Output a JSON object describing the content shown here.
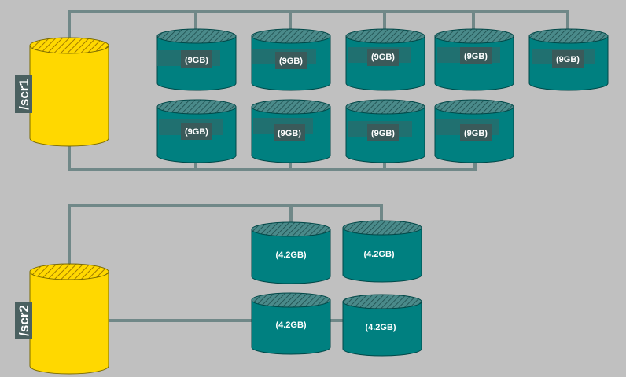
{
  "volumes": [
    {
      "label": "/scr1",
      "disk_count": 9,
      "disks": [
        "(9GB)",
        "(9GB)",
        "(9GB)",
        "(9GB)",
        "(9GB)",
        "(9GB)",
        "(9GB)",
        "(9GB)",
        "(9GB)"
      ]
    },
    {
      "label": "/scr2",
      "disk_count": 4,
      "disks": [
        "(4.2GB)",
        "(4.2GB)",
        "(4.2GB)",
        "(4.2GB)"
      ]
    }
  ],
  "colors": {
    "background": "#c0c0c0",
    "volume_fill": "#ffd800",
    "volume_hatch": "#a07800",
    "disk_fill": "#008080",
    "disk_top": "#4a8a8a",
    "disk_hatch": "#1a4848",
    "connector": "#708888",
    "label_box": "#4a6060",
    "text": "#ffffff"
  }
}
